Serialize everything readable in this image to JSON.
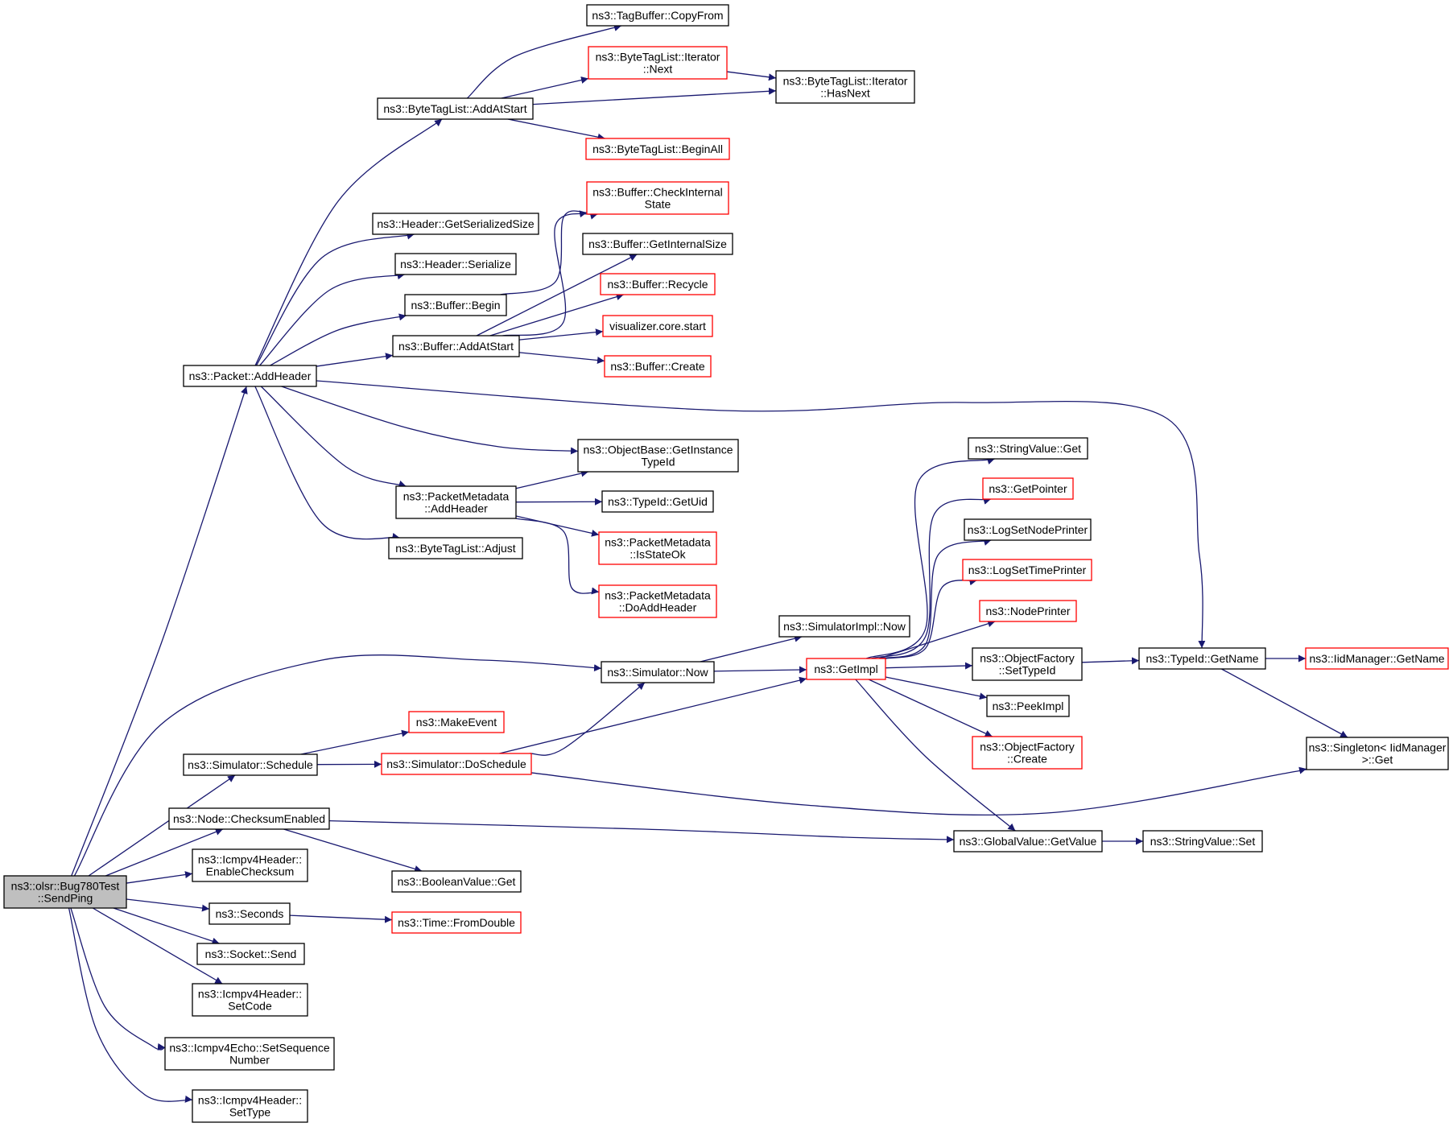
{
  "colors": {
    "edge": "#191970",
    "node_border_default": "#000000",
    "node_border_incomplete": "#ff0000",
    "node_fill_default": "#ffffff",
    "node_fill_root": "#bfbfbf"
  },
  "nodes": {
    "root": {
      "lines": [
        "ns3::olsr::Bug780Test",
        "::SendPing"
      ],
      "kind": "root"
    },
    "addHeader": {
      "lines": [
        "ns3::Packet::AddHeader"
      ],
      "kind": "normal"
    },
    "simSchedule": {
      "lines": [
        "ns3::Simulator::Schedule"
      ],
      "kind": "normal"
    },
    "nodeChecksum": {
      "lines": [
        "ns3::Node::ChecksumEnabled"
      ],
      "kind": "normal"
    },
    "icmpEnable": {
      "lines": [
        "ns3::Icmpv4Header::",
        "EnableChecksum"
      ],
      "kind": "normal"
    },
    "seconds": {
      "lines": [
        "ns3::Seconds"
      ],
      "kind": "normal"
    },
    "socketSend": {
      "lines": [
        "ns3::Socket::Send"
      ],
      "kind": "normal"
    },
    "icmpSetCode": {
      "lines": [
        "ns3::Icmpv4Header::",
        "SetCode"
      ],
      "kind": "normal"
    },
    "icmpEchoSetSeq": {
      "lines": [
        "ns3::Icmpv4Echo::SetSequence",
        "Number"
      ],
      "kind": "normal"
    },
    "icmpSetType": {
      "lines": [
        "ns3::Icmpv4Header::",
        "SetType"
      ],
      "kind": "normal"
    },
    "btlAddAtStart": {
      "lines": [
        "ns3::ByteTagList::AddAtStart"
      ],
      "kind": "normal"
    },
    "hdrGetSerSize": {
      "lines": [
        "ns3::Header::GetSerializedSize"
      ],
      "kind": "normal"
    },
    "hdrSerialize": {
      "lines": [
        "ns3::Header::Serialize"
      ],
      "kind": "normal"
    },
    "bufBegin": {
      "lines": [
        "ns3::Buffer::Begin"
      ],
      "kind": "normal"
    },
    "bufAddAtStart": {
      "lines": [
        "ns3::Buffer::AddAtStart"
      ],
      "kind": "normal"
    },
    "pmAddHeader": {
      "lines": [
        "ns3::PacketMetadata",
        "::AddHeader"
      ],
      "kind": "normal"
    },
    "btlAdjust": {
      "lines": [
        "ns3::ByteTagList::Adjust"
      ],
      "kind": "normal"
    },
    "tbCopyFrom": {
      "lines": [
        "ns3::TagBuffer::CopyFrom"
      ],
      "kind": "normal"
    },
    "btlItNext": {
      "lines": [
        "ns3::ByteTagList::Iterator",
        "::Next"
      ],
      "kind": "incomplete"
    },
    "btlItHasNext": {
      "lines": [
        "ns3::ByteTagList::Iterator",
        "::HasNext"
      ],
      "kind": "normal"
    },
    "btlBeginAll": {
      "lines": [
        "ns3::ByteTagList::BeginAll"
      ],
      "kind": "incomplete"
    },
    "bufCheckInternal": {
      "lines": [
        "ns3::Buffer::CheckInternal",
        "State"
      ],
      "kind": "incomplete"
    },
    "bufGetInternalSize": {
      "lines": [
        "ns3::Buffer::GetInternalSize"
      ],
      "kind": "normal"
    },
    "bufRecycle": {
      "lines": [
        "ns3::Buffer::Recycle"
      ],
      "kind": "incomplete"
    },
    "vizCoreStart": {
      "lines": [
        "visualizer.core.start"
      ],
      "kind": "incomplete"
    },
    "bufCreate": {
      "lines": [
        "ns3::Buffer::Create"
      ],
      "kind": "incomplete"
    },
    "objBaseGetInstTypeId": {
      "lines": [
        "ns3::ObjectBase::GetInstance",
        "TypeId"
      ],
      "kind": "normal"
    },
    "typeIdGetUid": {
      "lines": [
        "ns3::TypeId::GetUid"
      ],
      "kind": "normal"
    },
    "pmIsStateOk": {
      "lines": [
        "ns3::PacketMetadata",
        "::IsStateOk"
      ],
      "kind": "incomplete"
    },
    "pmDoAddHeader": {
      "lines": [
        "ns3::PacketMetadata",
        "::DoAddHeader"
      ],
      "kind": "incomplete"
    },
    "simNow": {
      "lines": [
        "ns3::Simulator::Now"
      ],
      "kind": "normal"
    },
    "makeEvent": {
      "lines": [
        "ns3::MakeEvent"
      ],
      "kind": "incomplete"
    },
    "simDoSchedule": {
      "lines": [
        "ns3::Simulator::DoSchedule"
      ],
      "kind": "incomplete"
    },
    "boolValueGet": {
      "lines": [
        "ns3::BooleanValue::Get"
      ],
      "kind": "normal"
    },
    "timeFromDouble": {
      "lines": [
        "ns3::Time::FromDouble"
      ],
      "kind": "incomplete"
    },
    "simImplNow": {
      "lines": [
        "ns3::SimulatorImpl::Now"
      ],
      "kind": "normal"
    },
    "getImpl": {
      "lines": [
        "ns3::GetImpl"
      ],
      "kind": "incomplete"
    },
    "stringValueGet": {
      "lines": [
        "ns3::StringValue::Get"
      ],
      "kind": "normal"
    },
    "getPointer": {
      "lines": [
        "ns3::GetPointer"
      ],
      "kind": "incomplete"
    },
    "logSetNodePrinter": {
      "lines": [
        "ns3::LogSetNodePrinter"
      ],
      "kind": "normal"
    },
    "logSetTimePrinter": {
      "lines": [
        "ns3::LogSetTimePrinter"
      ],
      "kind": "incomplete"
    },
    "nodePrinter": {
      "lines": [
        "ns3::NodePrinter"
      ],
      "kind": "incomplete"
    },
    "objFactorySetTypeId": {
      "lines": [
        "ns3::ObjectFactory",
        "::SetTypeId"
      ],
      "kind": "normal"
    },
    "peekImpl": {
      "lines": [
        "ns3::PeekImpl"
      ],
      "kind": "normal"
    },
    "objFactoryCreate": {
      "lines": [
        "ns3::ObjectFactory",
        "::Create"
      ],
      "kind": "incomplete"
    },
    "globalValueGetValue": {
      "lines": [
        "ns3::GlobalValue::GetValue"
      ],
      "kind": "normal"
    },
    "stringValueSet": {
      "lines": [
        "ns3::StringValue::Set"
      ],
      "kind": "normal"
    },
    "typeIdGetName": {
      "lines": [
        "ns3::TypeId::GetName"
      ],
      "kind": "normal"
    },
    "iidMgrGetName": {
      "lines": [
        "ns3::IidManager::GetName"
      ],
      "kind": "incomplete"
    },
    "singletonGet": {
      "lines": [
        "ns3::Singleton< IidManager",
        ">::Get"
      ],
      "kind": "normal"
    }
  },
  "edges": [
    [
      "root",
      "addHeader"
    ],
    [
      "root",
      "simNow"
    ],
    [
      "root",
      "simSchedule"
    ],
    [
      "root",
      "nodeChecksum"
    ],
    [
      "root",
      "icmpEnable"
    ],
    [
      "root",
      "seconds"
    ],
    [
      "root",
      "socketSend"
    ],
    [
      "root",
      "icmpSetCode"
    ],
    [
      "root",
      "icmpEchoSetSeq"
    ],
    [
      "root",
      "icmpSetType"
    ],
    [
      "addHeader",
      "btlAddAtStart"
    ],
    [
      "addHeader",
      "hdrGetSerSize"
    ],
    [
      "addHeader",
      "hdrSerialize"
    ],
    [
      "addHeader",
      "bufBegin"
    ],
    [
      "addHeader",
      "bufAddAtStart"
    ],
    [
      "addHeader",
      "typeIdGetName"
    ],
    [
      "addHeader",
      "objBaseGetInstTypeId"
    ],
    [
      "addHeader",
      "pmAddHeader"
    ],
    [
      "addHeader",
      "btlAdjust"
    ],
    [
      "btlAddAtStart",
      "tbCopyFrom"
    ],
    [
      "btlAddAtStart",
      "btlItNext"
    ],
    [
      "btlAddAtStart",
      "btlItHasNext"
    ],
    [
      "btlAddAtStart",
      "btlBeginAll"
    ],
    [
      "btlItNext",
      "btlItHasNext"
    ],
    [
      "bufBegin",
      "bufCheckInternal"
    ],
    [
      "bufAddAtStart",
      "bufCheckInternal"
    ],
    [
      "bufAddAtStart",
      "bufGetInternalSize"
    ],
    [
      "bufAddAtStart",
      "bufRecycle"
    ],
    [
      "bufAddAtStart",
      "vizCoreStart"
    ],
    [
      "bufAddAtStart",
      "bufCreate"
    ],
    [
      "pmAddHeader",
      "objBaseGetInstTypeId"
    ],
    [
      "pmAddHeader",
      "typeIdGetUid"
    ],
    [
      "pmAddHeader",
      "pmIsStateOk"
    ],
    [
      "pmAddHeader",
      "pmDoAddHeader"
    ],
    [
      "simNow",
      "simImplNow"
    ],
    [
      "simNow",
      "getImpl"
    ],
    [
      "simSchedule",
      "makeEvent"
    ],
    [
      "simSchedule",
      "simDoSchedule"
    ],
    [
      "simDoSchedule",
      "simNow"
    ],
    [
      "simDoSchedule",
      "getImpl"
    ],
    [
      "simDoSchedule",
      "singletonGet"
    ],
    [
      "nodeChecksum",
      "globalValueGetValue"
    ],
    [
      "nodeChecksum",
      "boolValueGet"
    ],
    [
      "seconds",
      "timeFromDouble"
    ],
    [
      "getImpl",
      "stringValueGet"
    ],
    [
      "getImpl",
      "getPointer"
    ],
    [
      "getImpl",
      "logSetNodePrinter"
    ],
    [
      "getImpl",
      "logSetTimePrinter"
    ],
    [
      "getImpl",
      "nodePrinter"
    ],
    [
      "getImpl",
      "objFactorySetTypeId"
    ],
    [
      "getImpl",
      "peekImpl"
    ],
    [
      "getImpl",
      "objFactoryCreate"
    ],
    [
      "getImpl",
      "globalValueGetValue"
    ],
    [
      "objFactorySetTypeId",
      "typeIdGetName"
    ],
    [
      "globalValueGetValue",
      "stringValueSet"
    ],
    [
      "typeIdGetName",
      "iidMgrGetName"
    ],
    [
      "typeIdGetName",
      "singletonGet"
    ]
  ]
}
